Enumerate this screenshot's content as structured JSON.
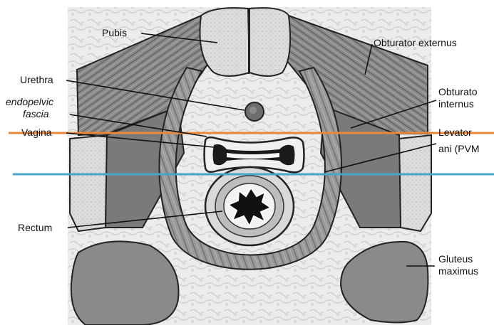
{
  "figure": {
    "labels": {
      "pubis": "Pubis",
      "urethra": "Urethra",
      "endopelvic_fascia_line1": "endopelvic",
      "endopelvic_fascia_line2": "fascia",
      "vagina": "Vagina",
      "rectum": "Rectum",
      "obturator_externus": "Obturator externus",
      "obturator_internus_line1": "Obturato",
      "obturator_internus_line2": "internus",
      "levator_ani_line1": "Levator",
      "levator_ani_line2": "ani (PVM",
      "gluteus_maximus_line1": "Gluteus",
      "gluteus_maximus_line2": "maximus"
    },
    "colors": {
      "orange_line": "#e8883a",
      "blue_line": "#49a6c4",
      "background_tissue": "#e8e8e8",
      "muscle": "#7f7f7f",
      "bone": "#d6d6d6",
      "outline": "#222222"
    }
  }
}
